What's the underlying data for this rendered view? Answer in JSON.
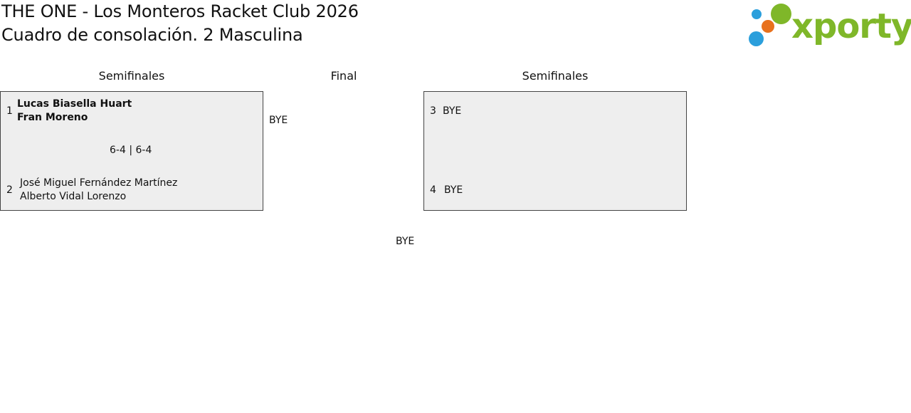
{
  "header": {
    "title_line1": "THE ONE - Los Monteros Racket Club 2026",
    "title_line2": "Cuadro de consolación. 2 Masculina"
  },
  "logo": {
    "text": "xporty",
    "colors": {
      "green": "#7fb729",
      "blue": "#2b9fdc",
      "orange": "#e8711d"
    }
  },
  "rounds": {
    "left": "Semifinales",
    "center": "Final",
    "right": "Semifinales"
  },
  "match_left": {
    "seed1": "1",
    "player1a": "Lucas Biasella Huart",
    "player1b": "Fran Moreno",
    "score": "6-4 | 6-4",
    "seed2": "2",
    "player2a": "José Miguel Fernández Martínez",
    "player2b": "Alberto Vidal Lorenzo"
  },
  "match_right": {
    "seed3": "3",
    "player3": "BYE",
    "seed4": "4",
    "player4": "BYE"
  },
  "final_left_entry": "BYE",
  "champion": "BYE"
}
